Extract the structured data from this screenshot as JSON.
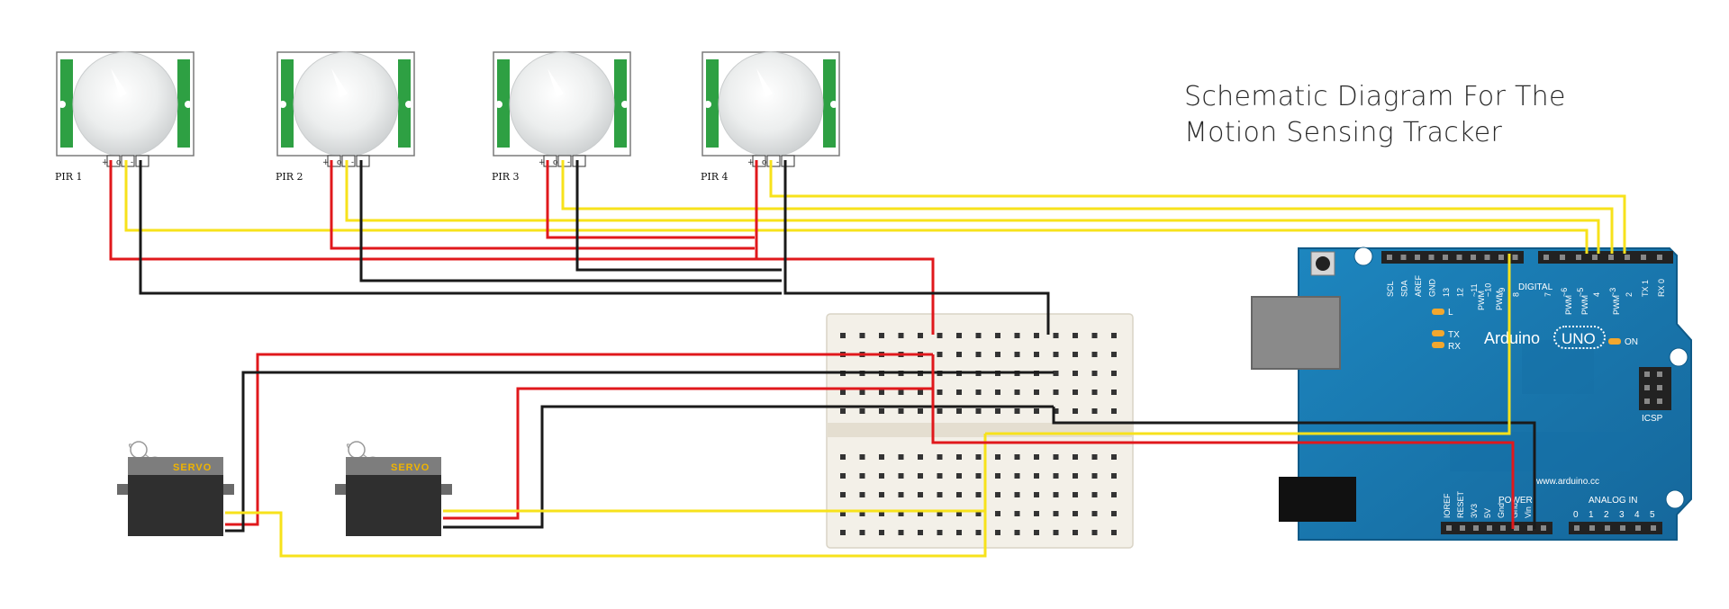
{
  "title": "Schematic Diagram For The Motion Sensing Tracker",
  "pir_sensors": [
    {
      "label": "PIR 1",
      "pins": [
        "+",
        "o",
        "-"
      ]
    },
    {
      "label": "PIR 2",
      "pins": [
        "+",
        "o",
        "-"
      ]
    },
    {
      "label": "PIR 3",
      "pins": [
        "+",
        "o",
        "-"
      ]
    },
    {
      "label": "PIR 4",
      "pins": [
        "+",
        "o",
        "-"
      ]
    }
  ],
  "servos": [
    {
      "label": "SERVO"
    },
    {
      "label": "SERVO"
    }
  ],
  "arduino": {
    "brand": "Arduino",
    "model": "UNO",
    "on_label": "ON",
    "website": "www.arduino.cc",
    "digital_label": "DIGITAL",
    "analog_label": "ANALOG IN",
    "power_label": "POWER",
    "icsp_label": "ICSP",
    "led_labels": [
      "L",
      "TX",
      "RX"
    ],
    "top_pins": [
      "SCL",
      "SDA",
      "AREF",
      "GND",
      "13",
      "12",
      "~11",
      "~10",
      "~9",
      "8",
      "7",
      "~6",
      "~5",
      "4",
      "~3",
      "2",
      "TX 1",
      "RX 0"
    ],
    "power_pins": [
      "IOREF",
      "RESET",
      "3V3",
      "5V",
      "Gnd",
      "Gnd",
      "Vin"
    ],
    "analog_pins": [
      "0",
      "1",
      "2",
      "3",
      "4",
      "5"
    ],
    "pwm_label": "PWM"
  },
  "colors": {
    "wire_power": "#e0181c",
    "wire_ground": "#1a1a1a",
    "wire_signal": "#f7e21b",
    "pcb": "#1b7fb6",
    "pir_green": "#2ea043",
    "breadboard": "#f3f0e8",
    "servo_label": "#f0b400"
  }
}
